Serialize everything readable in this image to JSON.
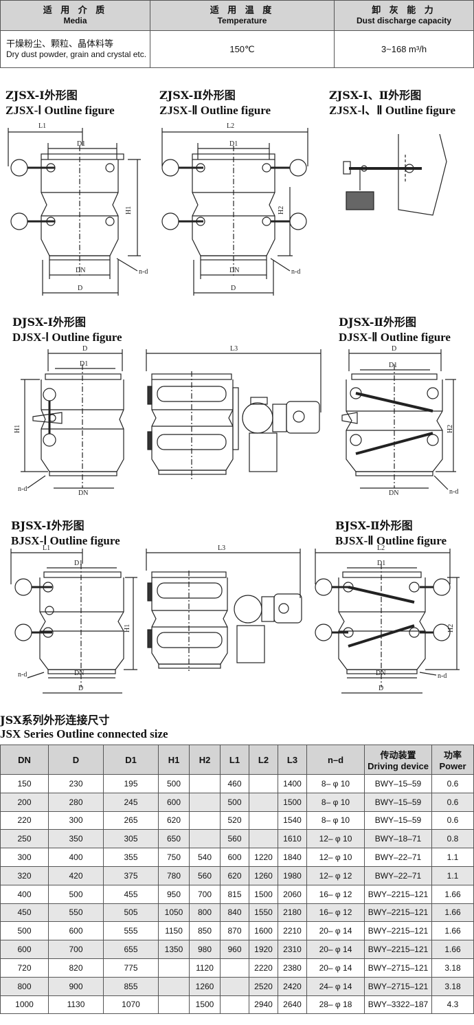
{
  "media_table": {
    "headers": [
      {
        "cn": "适 用 介 质",
        "en": "Media"
      },
      {
        "cn": "适 用 温 度",
        "en": "Temperature"
      },
      {
        "cn": "卸 灰 能 力",
        "en": "Dust discharge capacity"
      }
    ],
    "row": {
      "media_cn": "干燥粉尘、颗粒、晶体料等",
      "media_en": "Dry dust powder, grain and crystal etc.",
      "temperature": "150℃",
      "capacity": "3~168 m³/h"
    }
  },
  "figures": {
    "zjsx1": {
      "cn": "ZJSX-Ⅰ外形图",
      "en": "ZJSX-Ⅰ Outline figure",
      "dims": [
        "L1",
        "D1",
        "H1",
        "DN",
        "D",
        "n-d"
      ]
    },
    "zjsx2": {
      "cn": "ZJSX-Ⅱ外形图",
      "en": "ZJSX-Ⅱ Outline figure",
      "dims": [
        "L2",
        "D1",
        "H2",
        "DN",
        "D",
        "n-d"
      ]
    },
    "zjsx12": {
      "cn": "ZJSX-Ⅰ、Ⅱ外形图",
      "en": "ZJSX-Ⅰ、Ⅱ Outline figure"
    },
    "djsx1": {
      "cn": "DJSX-Ⅰ外形图",
      "en": "DJSX-Ⅰ Outline figure",
      "dims": [
        "D",
        "D1",
        "H1",
        "n-d",
        "DN",
        "L3"
      ]
    },
    "djsx2": {
      "cn": "DJSX-Ⅱ外形图",
      "en": "DJSX-Ⅱ Outline figure",
      "dims": [
        "D",
        "D1",
        "H2",
        "DN",
        "n-d"
      ]
    },
    "bjsx1": {
      "cn": "BJSX-Ⅰ外形图",
      "en": "BJSX-Ⅰ Outline figure",
      "dims": [
        "L1",
        "D1",
        "H1",
        "n-d",
        "DN",
        "D",
        "L3"
      ]
    },
    "bjsx2": {
      "cn": "BJSX-Ⅱ外形图",
      "en": "BJSX-Ⅱ Outline figure",
      "dims": [
        "L2",
        "D1",
        "H2",
        "n-d",
        "DN",
        "D"
      ]
    }
  },
  "spec": {
    "title_cn": "JSX系列外形连接尺寸",
    "title_en": "JSX Series Outline connected size",
    "columns": [
      "DN",
      "D",
      "D1",
      "H1",
      "H2",
      "L1",
      "L2",
      "L3",
      "n–d",
      "传动装置|Driving device",
      "功率|Power"
    ],
    "rows": [
      [
        "150",
        "230",
        "195",
        "500",
        "",
        "460",
        "",
        "1400",
        "8– φ 10",
        "BWY–15–59",
        "0.6"
      ],
      [
        "200",
        "280",
        "245",
        "600",
        "",
        "500",
        "",
        "1500",
        "8– φ 10",
        "BWY–15–59",
        "0.6"
      ],
      [
        "220",
        "300",
        "265",
        "620",
        "",
        "520",
        "",
        "1540",
        "8– φ 10",
        "BWY–15–59",
        "0.6"
      ],
      [
        "250",
        "350",
        "305",
        "650",
        "",
        "560",
        "",
        "1610",
        "12– φ 10",
        "BWY–18–71",
        "0.8"
      ],
      [
        "300",
        "400",
        "355",
        "750",
        "540",
        "600",
        "1220",
        "1840",
        "12– φ 10",
        "BWY–22–71",
        "1.1"
      ],
      [
        "320",
        "420",
        "375",
        "780",
        "560",
        "620",
        "1260",
        "1980",
        "12– φ 12",
        "BWY–22–71",
        "1.1"
      ],
      [
        "400",
        "500",
        "455",
        "950",
        "700",
        "815",
        "1500",
        "2060",
        "16– φ 12",
        "BWY–2215–121",
        "1.66"
      ],
      [
        "450",
        "550",
        "505",
        "1050",
        "800",
        "840",
        "1550",
        "2180",
        "16– φ 12",
        "BWY–2215–121",
        "1.66"
      ],
      [
        "500",
        "600",
        "555",
        "1150",
        "850",
        "870",
        "1600",
        "2210",
        "20– φ 14",
        "BWY–2215–121",
        "1.66"
      ],
      [
        "600",
        "700",
        "655",
        "1350",
        "980",
        "960",
        "1920",
        "2310",
        "20– φ 14",
        "BWY–2215–121",
        "1.66"
      ],
      [
        "720",
        "820",
        "775",
        "",
        "1120",
        "",
        "2220",
        "2380",
        "20– φ 14",
        "BWY–2715–121",
        "3.18"
      ],
      [
        "800",
        "900",
        "855",
        "",
        "1260",
        "",
        "2520",
        "2420",
        "24– φ 14",
        "BWY–2715–121",
        "3.18"
      ],
      [
        "1000",
        "1130",
        "1070",
        "",
        "1500",
        "",
        "2940",
        "2640",
        "28– φ 18",
        "BWY–3322–187",
        "4.3"
      ]
    ]
  }
}
